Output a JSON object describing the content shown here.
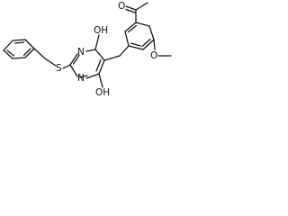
{
  "diagram_type": "chemical-structure",
  "labels": {
    "ketone_oxygen": "O",
    "methoxy": "O",
    "hydroxyl_top": "OH",
    "hydroxyl_bottom": "OH",
    "ring_n_upper": "N",
    "ring_n_lower": "N",
    "sulfur": "S"
  },
  "colors": {
    "bond": "#111111",
    "text": "#111111",
    "background": "#ffffff"
  }
}
